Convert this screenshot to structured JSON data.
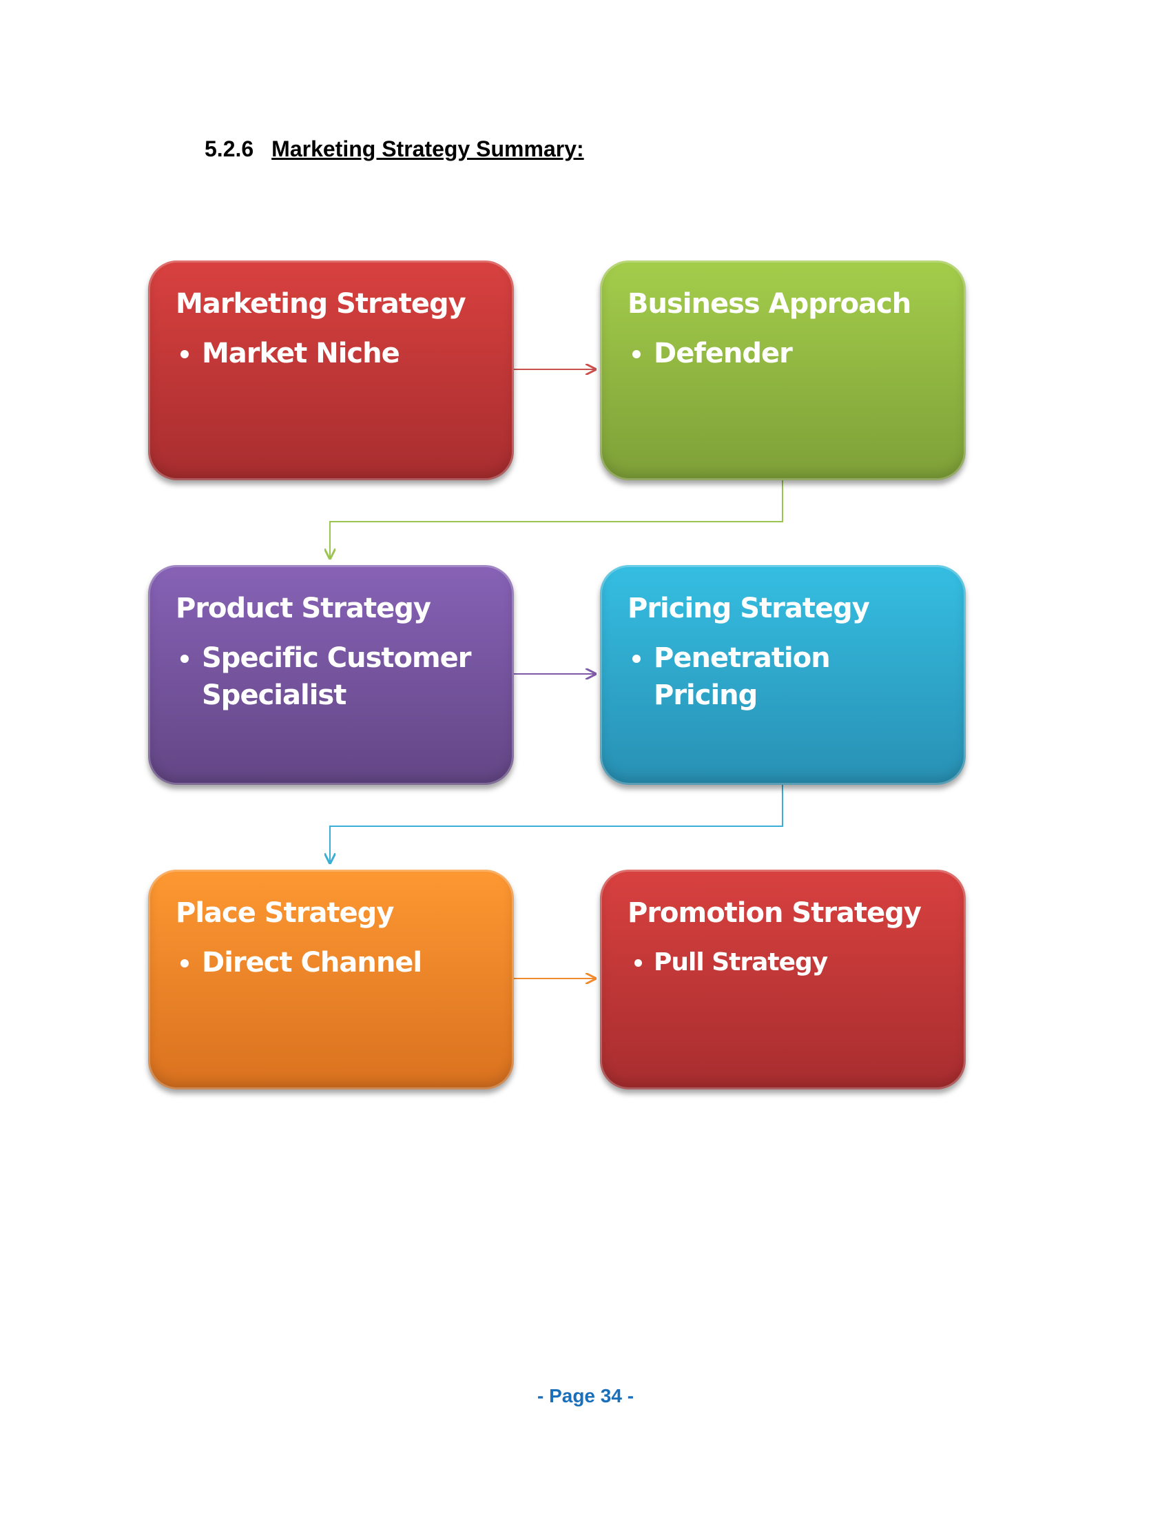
{
  "section": {
    "number": "5.2.6",
    "title": "Marketing Strategy Summary:"
  },
  "boxes": [
    {
      "title": "Marketing Strategy",
      "item": "Market Niche",
      "color": "#d8413f"
    },
    {
      "title": "Business Approach",
      "item": "Defender",
      "color": "#a4cd4b"
    },
    {
      "title": "Product Strategy",
      "item": "Specific Customer Specialist",
      "color": "#8762b6"
    },
    {
      "title": "Pricing Strategy",
      "item": "Penetration Pricing",
      "color": "#35bee2"
    },
    {
      "title": "Place Strategy",
      "item": "Direct Channel",
      "color": "#fd9832"
    },
    {
      "title": "Promotion Strategy",
      "item": "Pull Strategy",
      "color": "#d8413f"
    }
  ],
  "footer": {
    "page": "- Page 34 -"
  }
}
